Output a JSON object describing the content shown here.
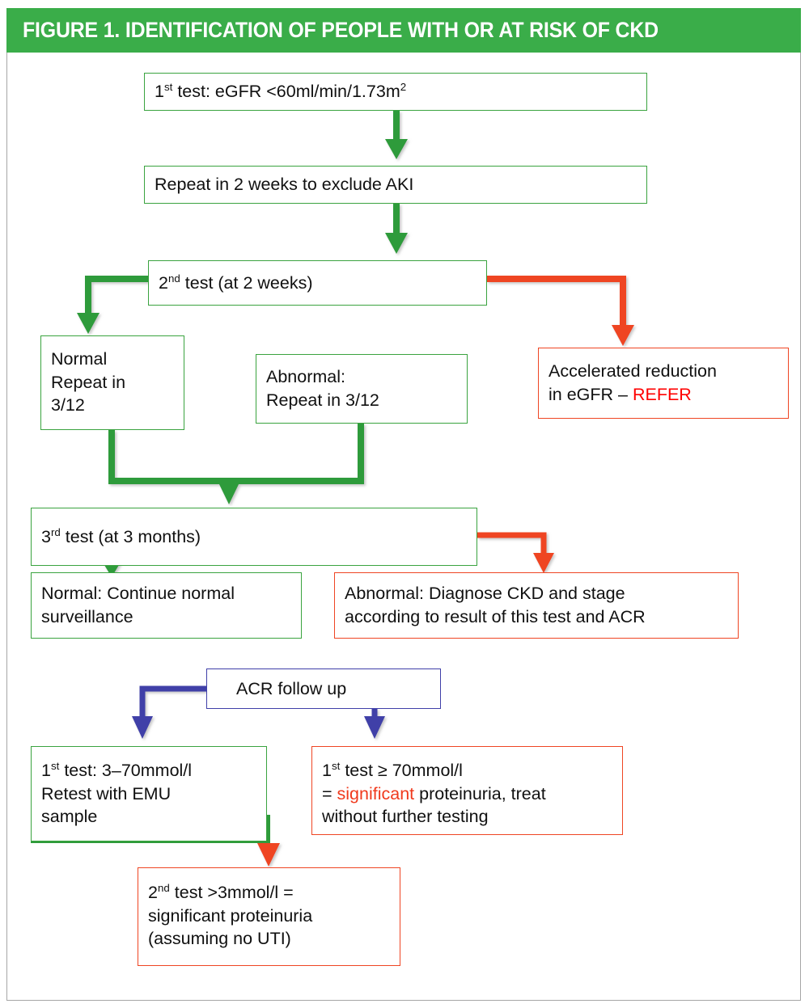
{
  "figure": {
    "title": "FIGURE 1. IDENTIFICATION OF PEOPLE WITH OR AT RISK OF CKD",
    "banner_color": "#3aad49"
  },
  "colors": {
    "green_line": "#2e9b3b",
    "green_border": "#3aa33f",
    "red_line": "#ef4523",
    "red_border": "#ef4523",
    "blue_line": "#3f3fa8",
    "blue_border": "#3f3fa8",
    "highlight_red": "#ff0000",
    "card_border": "#a6a6a6"
  },
  "nodes": {
    "first_test": {
      "pre": "1",
      "sup": "st",
      "post": " test: eGFR <60ml/min/1.73m",
      "post_sup": "2",
      "full_text": "1st test: eGFR <60ml/min/1.73m2"
    },
    "repeat_two_weeks": {
      "text": "Repeat in 2 weeks to exclude AKI"
    },
    "second_test": {
      "pre": "2",
      "sup": "nd",
      "post": " test (at 2 weeks)",
      "full_text": "2nd test (at 2 weeks)"
    },
    "normal_repeat": {
      "text": "Normal\nRepeat in\n3/12"
    },
    "abnormal_repeat": {
      "text": "Abnormal:\nRepeat in 3/12"
    },
    "accelerated_refer": {
      "line1": "Accelerated reduction",
      "line2_pre": "in eGFR – ",
      "line2_highlight": "REFER",
      "full_text": "Accelerated reduction in eGFR – REFER"
    },
    "third_test": {
      "pre": "3",
      "sup": "rd",
      "post": " test (at 3 months)",
      "full_text": "3rd test (at 3 months)"
    },
    "normal_surveillance": {
      "text": "Normal: Continue normal\nsurveillance"
    },
    "abnormal_diagnose": {
      "text": "Abnormal: Diagnose CKD and stage\naccording to result of this test and ACR"
    },
    "acr_follow_up": {
      "text": "ACR follow up"
    },
    "acr_first_test_low": {
      "pre": "1",
      "sup": "st",
      "post": " test: 3–70mmol/l",
      "line2": "Retest with EMU",
      "line3": "sample",
      "full_text": "1st test: 3–70mmol/l Retest with EMU sample"
    },
    "acr_first_test_high": {
      "pre": "1",
      "sup": "st",
      "post": " test ≥ 70mmol/l",
      "line2_pre": "= ",
      "line2_highlight": "significant",
      "line2_post": " proteinuria, treat",
      "line3": "without further testing",
      "full_text": "1st test ≥ 70mmol/l = significant proteinuria, treat without further testing"
    },
    "acr_second_test": {
      "pre": "2",
      "sup": "nd",
      "post": " test >3mmol/l =",
      "line2": "significant proteinuria",
      "line3": "(assuming no UTI)",
      "full_text": "2nd test >3mmol/l = significant proteinuria (assuming no UTI)"
    }
  }
}
